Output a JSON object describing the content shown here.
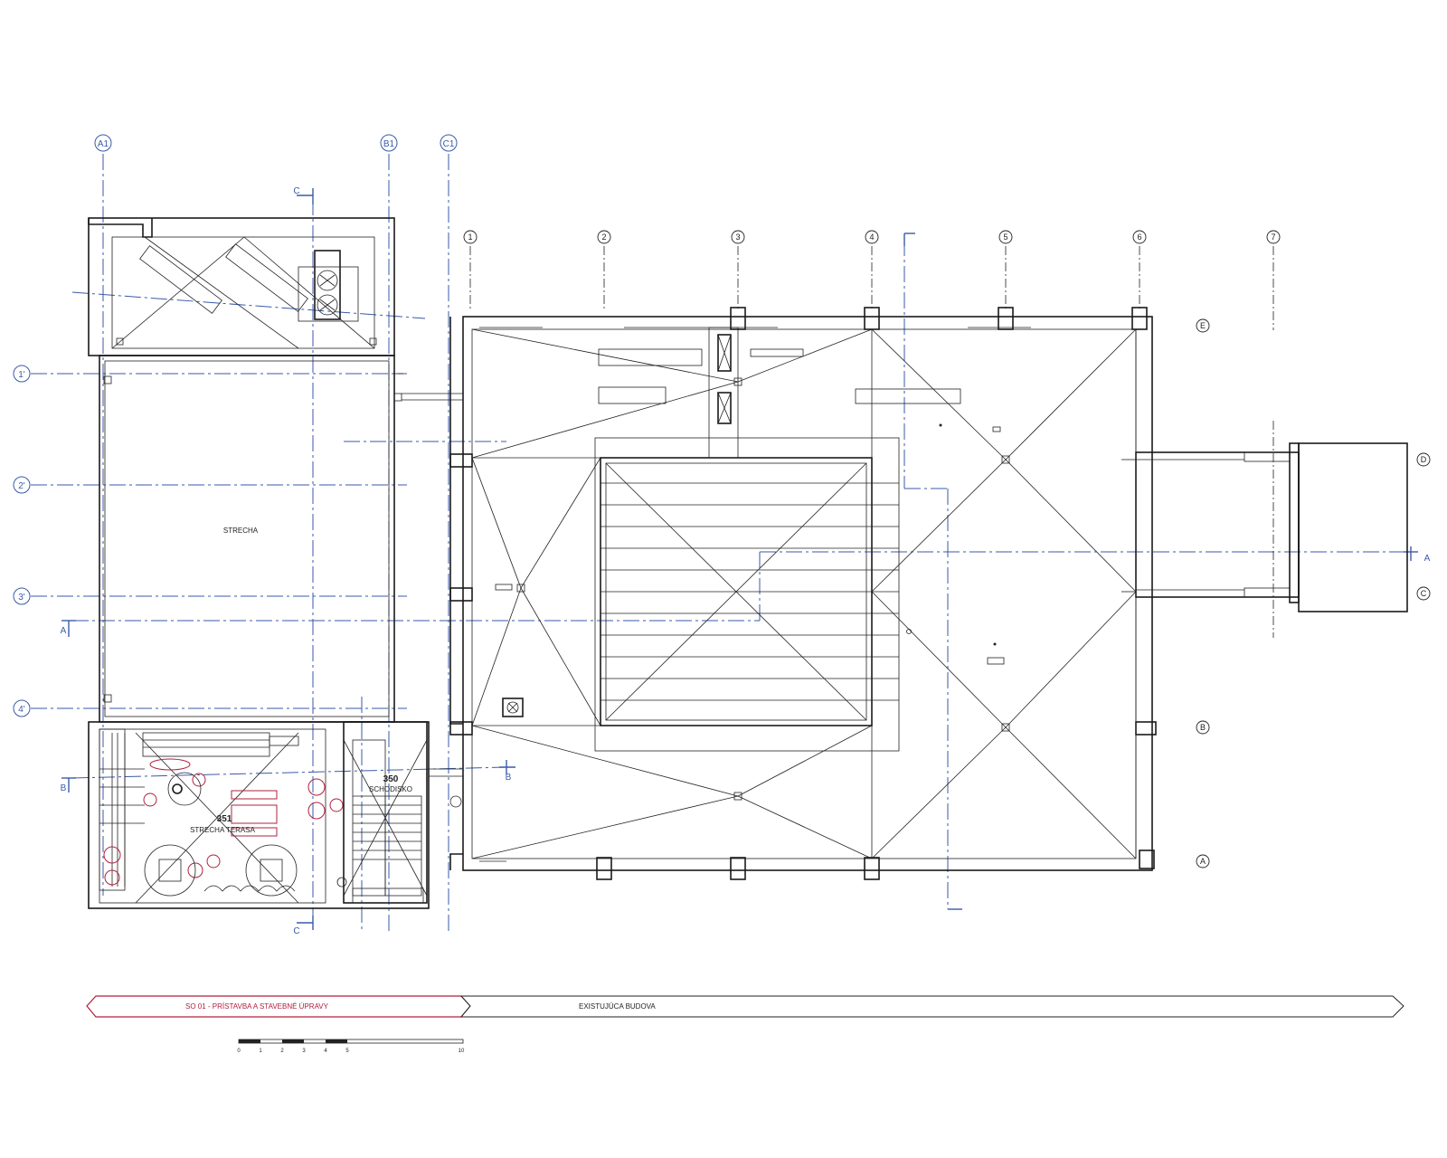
{
  "grid_axes_blue": [
    "A1",
    "B1",
    "C1",
    "1'",
    "2'",
    "3'",
    "4'"
  ],
  "grid_axes_existing": [
    "1",
    "2",
    "3",
    "4",
    "5",
    "6",
    "7",
    "E",
    "D",
    "C",
    "B",
    "A"
  ],
  "section_marks": [
    "C",
    "B",
    "A"
  ],
  "rooms": {
    "roof_top": "STRECHA",
    "roof_lower_number": "351",
    "roof_lower_name": "STRECHA TERASA",
    "stair_number": "350",
    "stair_name": "SCHODISKO"
  },
  "phases": {
    "new": "SO 01 - PRÍSTAVBA A STAVEBNÉ ÚPRAVY",
    "existing": "EXISTUJÚCA BUDOVA"
  },
  "scale_ticks": [
    "0",
    "1",
    "2",
    "3",
    "4",
    "5",
    "10"
  ],
  "colors": {
    "grid": "#3a5aa8",
    "new_phase": "#b0203f",
    "lines": "#1a1a1a"
  }
}
